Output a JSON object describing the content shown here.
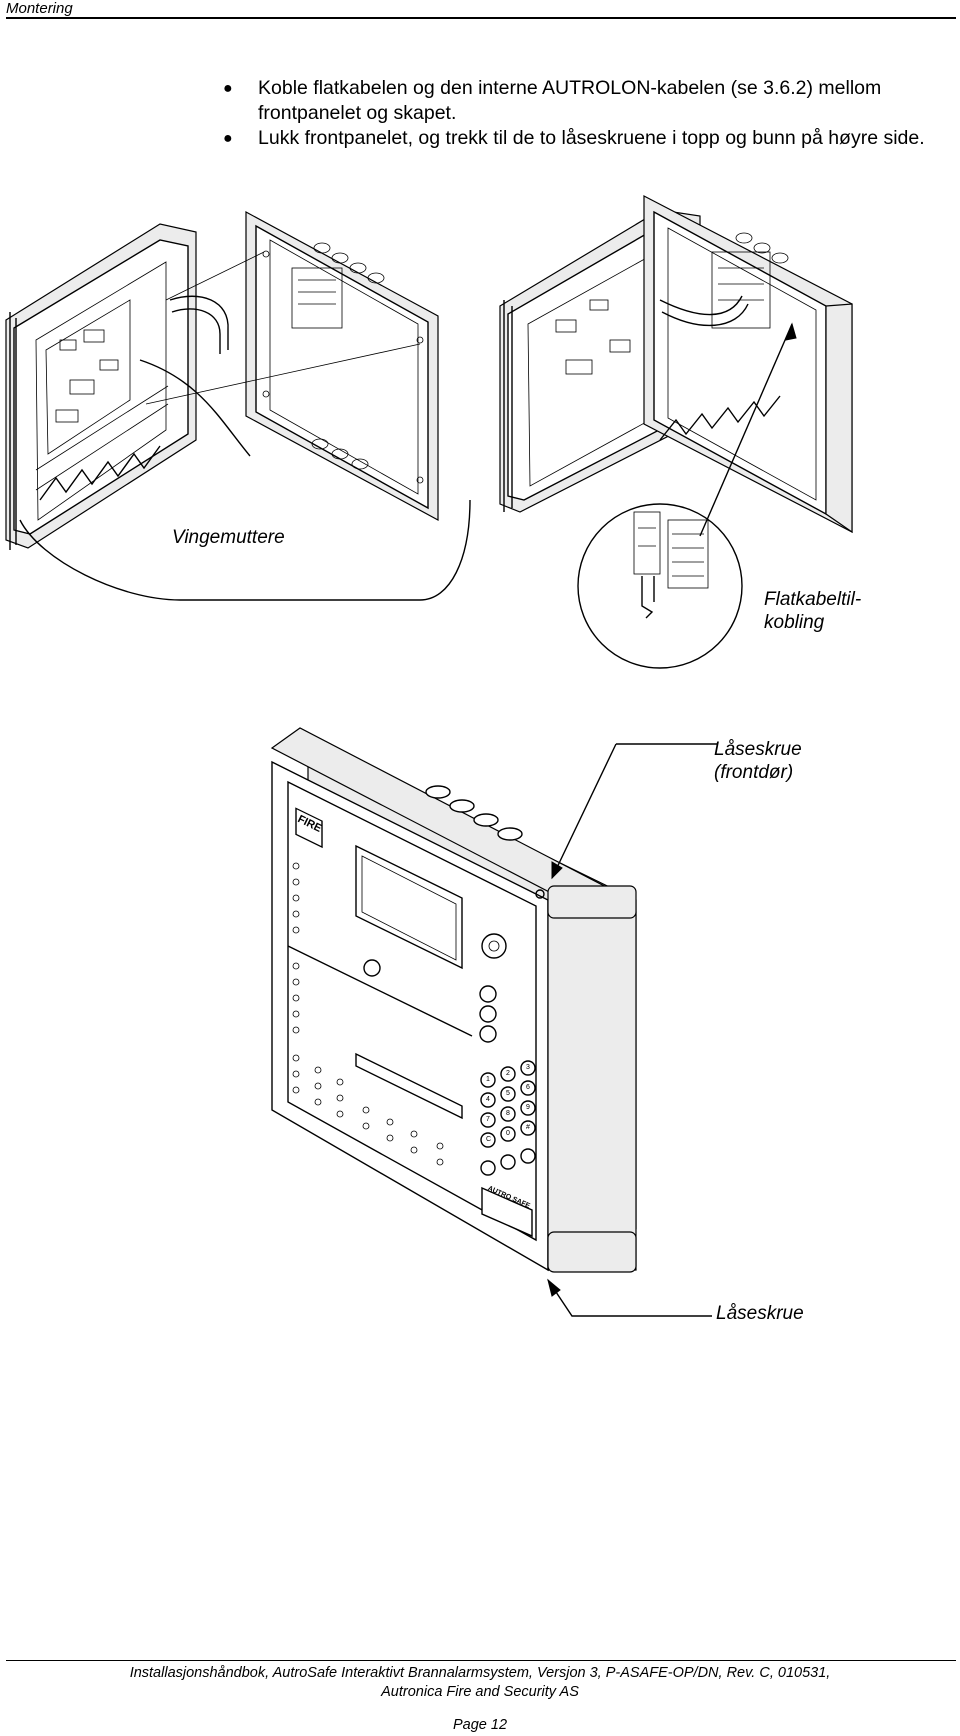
{
  "header": {
    "section": "Montering"
  },
  "bullets": [
    "Koble flatkabelen og den interne AUTROLON-kabelen (se 3.6.2) mellom frontpanelet og skapet.",
    "Lukk frontpanelet, og trekk til de to låseskruene i topp og bunn på høyre side."
  ],
  "labels": {
    "wing_nuts": "Vingemuttere",
    "flat_cable_line1": "Flatkabeltil-",
    "flat_cable_line2": "kobling",
    "lock_screw_front_line1": "Låseskrue",
    "lock_screw_front_line2": "(frontdør)",
    "lock_screw": "Låseskrue"
  },
  "panel": {
    "brand_logo": "FIRE",
    "product_badge": "AUTRO SAFE",
    "keypad_keys": [
      "1",
      "2",
      "3",
      "4",
      "5",
      "6",
      "7",
      "8",
      "9",
      "C",
      "0",
      "#"
    ]
  },
  "footer": {
    "line1": "Installasjonshåndbok, AutroSafe Interaktivt Brannalarmsystem,  Versjon 3, P-ASAFE-OP/DN, Rev. C, 010531,",
    "line2": "Autronica Fire and Security AS",
    "page": "Page 12"
  }
}
